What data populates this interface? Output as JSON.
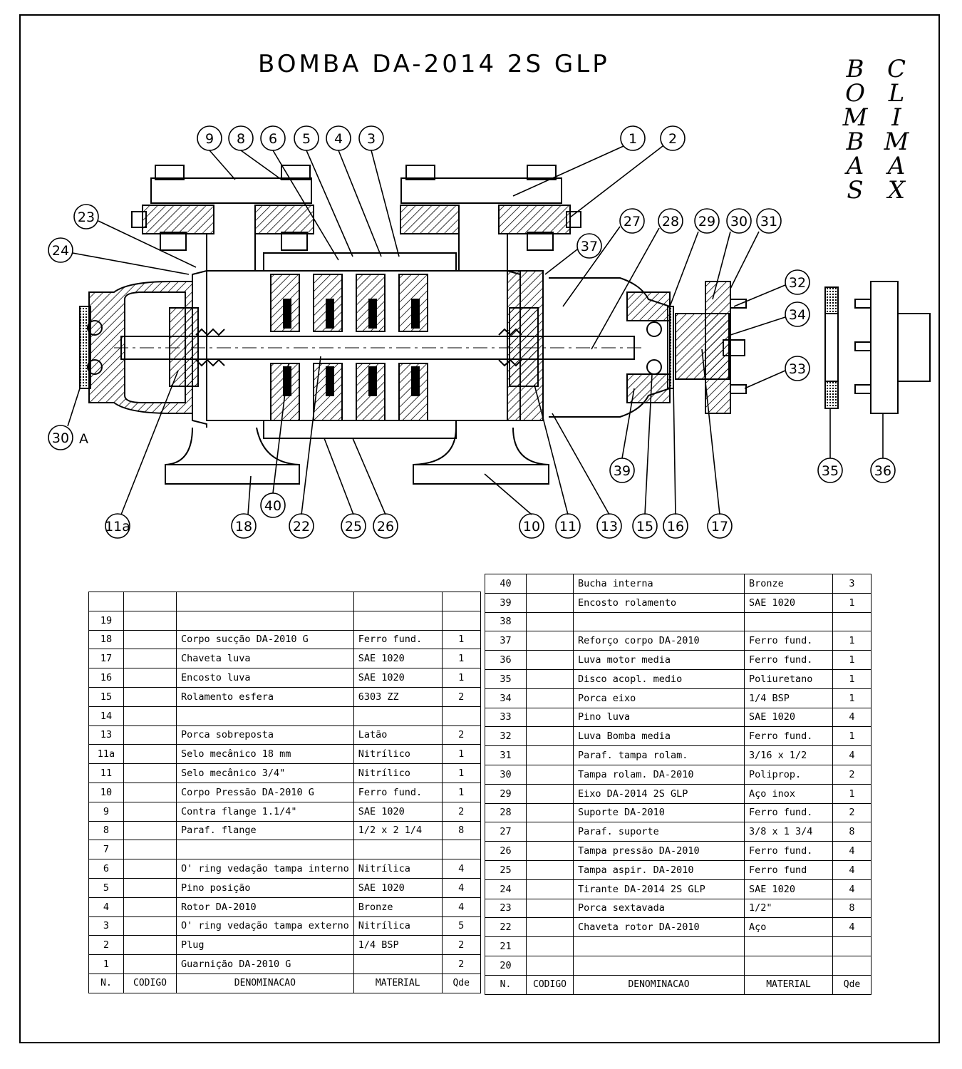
{
  "title": "BOMBA DA-2014 2S GLP",
  "brand": {
    "left": [
      "B",
      "O",
      "M",
      "B",
      "A",
      "S"
    ],
    "right": [
      "C",
      "L",
      "I",
      "M",
      "A",
      "X"
    ]
  },
  "balloons": [
    "9",
    "8",
    "6",
    "5",
    "4",
    "3",
    "1",
    "2",
    "23",
    "24",
    "27",
    "28",
    "29",
    "30",
    "31",
    "37",
    "32",
    "34",
    "33",
    "30",
    "A",
    "35",
    "36",
    "39",
    "40",
    "11a",
    "18",
    "22",
    "25",
    "26",
    "10",
    "11",
    "13",
    "15",
    "16",
    "17"
  ],
  "headers": {
    "n": "N.",
    "codigo": "CODIGO",
    "denominacao": "DENOMINACAO",
    "material": "MATERIAL",
    "qde": "Qde"
  },
  "parts_left": [
    {
      "n": "",
      "name": "",
      "material": "",
      "qty": ""
    },
    {
      "n": "19",
      "name": "",
      "material": "",
      "qty": ""
    },
    {
      "n": "18",
      "name": "Corpo sucção DA-2010 G",
      "material": "Ferro fund.",
      "qty": "1"
    },
    {
      "n": "17",
      "name": "Chaveta luva",
      "material": "SAE 1020",
      "qty": "1"
    },
    {
      "n": "16",
      "name": "Encosto luva",
      "material": "SAE 1020",
      "qty": "1"
    },
    {
      "n": "15",
      "name": "Rolamento esfera",
      "material": "6303 ZZ",
      "qty": "2"
    },
    {
      "n": "14",
      "name": "",
      "material": "",
      "qty": ""
    },
    {
      "n": "13",
      "name": "Porca sobreposta",
      "material": "Latão",
      "qty": "2"
    },
    {
      "n": "11a",
      "name": "Selo mecânico 18 mm",
      "material": "Nitrílico",
      "qty": "1"
    },
    {
      "n": "11",
      "name": "Selo mecânico 3/4\"",
      "material": "Nitrílico",
      "qty": "1"
    },
    {
      "n": "10",
      "name": "Corpo Pressão DA-2010 G",
      "material": "Ferro fund.",
      "qty": "1"
    },
    {
      "n": "9",
      "name": "Contra flange 1.1/4\"",
      "material": "SAE 1020",
      "qty": "2"
    },
    {
      "n": "8",
      "name": "Paraf. flange",
      "material": "1/2 x 2 1/4",
      "qty": "8"
    },
    {
      "n": "7",
      "name": "",
      "material": "",
      "qty": ""
    },
    {
      "n": "6",
      "name": "O' ring vedação tampa interno",
      "material": "Nitrílica",
      "qty": "4"
    },
    {
      "n": "5",
      "name": "Pino posição",
      "material": "SAE 1020",
      "qty": "4"
    },
    {
      "n": "4",
      "name": "Rotor DA-2010",
      "material": "Bronze",
      "qty": "4"
    },
    {
      "n": "3",
      "name": "O' ring vedação tampa externo",
      "material": "Nitrílica",
      "qty": "5"
    },
    {
      "n": "2",
      "name": "Plug",
      "material": "1/4 BSP",
      "qty": "2"
    },
    {
      "n": "1",
      "name": "Guarnição DA-2010 G",
      "material": "",
      "qty": "2"
    }
  ],
  "parts_right": [
    {
      "n": "40",
      "name": "Bucha interna",
      "material": "Bronze",
      "qty": "3"
    },
    {
      "n": "39",
      "name": "Encosto rolamento",
      "material": "SAE 1020",
      "qty": "1"
    },
    {
      "n": "38",
      "name": "",
      "material": "",
      "qty": ""
    },
    {
      "n": "37",
      "name": "Reforço corpo DA-2010",
      "material": "Ferro fund.",
      "qty": "1"
    },
    {
      "n": "36",
      "name": "Luva motor media",
      "material": "Ferro fund.",
      "qty": "1"
    },
    {
      "n": "35",
      "name": "Disco acopl. medio",
      "material": "Poliuretano",
      "qty": "1"
    },
    {
      "n": "34",
      "name": "Porca eixo",
      "material": "1/4 BSP",
      "qty": "1"
    },
    {
      "n": "33",
      "name": "Pino luva",
      "material": "SAE 1020",
      "qty": "4"
    },
    {
      "n": "32",
      "name": "Luva Bomba media",
      "material": "Ferro fund.",
      "qty": "1"
    },
    {
      "n": "31",
      "name": "Paraf. tampa rolam.",
      "material": "3/16 x 1/2",
      "qty": "4"
    },
    {
      "n": "30",
      "name": "Tampa rolam. DA-2010",
      "material": "Poliprop.",
      "qty": "2"
    },
    {
      "n": "29",
      "name": "Eixo DA-2014 2S GLP",
      "material": "Aço inox",
      "qty": "1"
    },
    {
      "n": "28",
      "name": "Suporte DA-2010",
      "material": "Ferro fund.",
      "qty": "2"
    },
    {
      "n": "27",
      "name": "Paraf. suporte",
      "material": "3/8 x 1 3/4",
      "qty": "8"
    },
    {
      "n": "26",
      "name": "Tampa pressão DA-2010",
      "material": "Ferro fund.",
      "qty": "4"
    },
    {
      "n": "25",
      "name": "Tampa aspir. DA-2010",
      "material": "Ferro fund",
      "qty": "4"
    },
    {
      "n": "24",
      "name": "Tirante DA-2014 2S GLP",
      "material": "SAE 1020",
      "qty": "4"
    },
    {
      "n": "23",
      "name": "Porca sextavada",
      "material": "1/2\"",
      "qty": "8"
    },
    {
      "n": "22",
      "name": "Chaveta rotor DA-2010",
      "material": "Aço",
      "qty": "4"
    },
    {
      "n": "21",
      "name": "",
      "material": "",
      "qty": ""
    },
    {
      "n": "20",
      "name": "",
      "material": "",
      "qty": ""
    }
  ]
}
